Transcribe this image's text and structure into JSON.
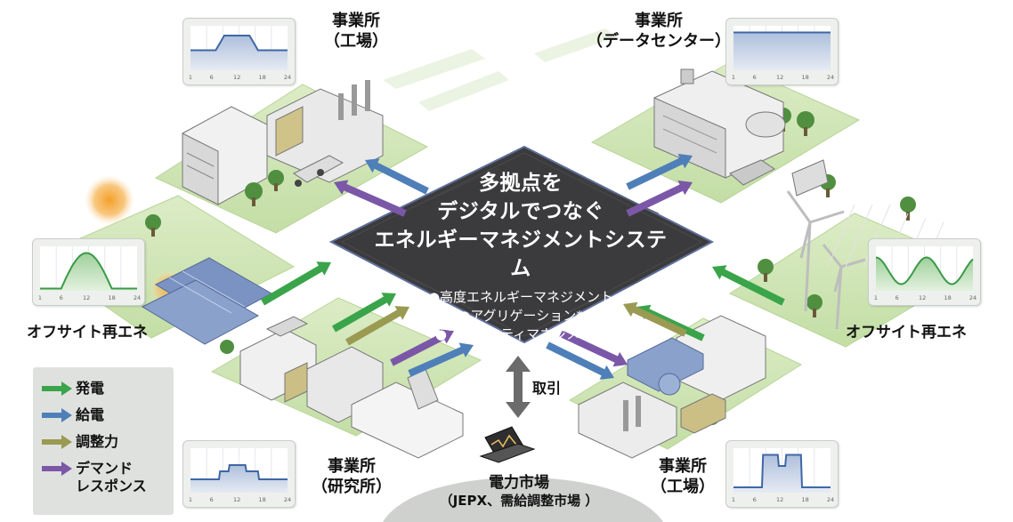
{
  "center": {
    "title_lines": [
      "多拠点を",
      "デジタルでつなぐ",
      "エネルギーマネジメントシステム"
    ],
    "bullets": [
      "●高度エネルギーマネジメント",
      "●アグリゲーション*",
      "●ファシリティマネジメント"
    ]
  },
  "sites": {
    "factory_top": {
      "line1": "事業所",
      "line2": "（工場）"
    },
    "datacenter": {
      "line1": "事業所",
      "line2": "（データセンター）"
    },
    "lab": {
      "line1": "事業所",
      "line2": "（研究所）"
    },
    "factory_bottom": {
      "line1": "事業所",
      "line2": "（工場）"
    },
    "offsite_left": "オフサイト再エネ",
    "offsite_right": "オフサイト再エネ"
  },
  "market": {
    "title": "電力市場",
    "subtitle": "（JEPX、需給調整市場 ）"
  },
  "trade_label": "取引",
  "legend": [
    {
      "lines": [
        "発電"
      ],
      "color": "#3aa44a"
    },
    {
      "lines": [
        "給電"
      ],
      "color": "#4f7fb8"
    },
    {
      "lines": [
        "調整力"
      ],
      "color": "#9a9a52"
    },
    {
      "lines": [
        "デマンド",
        "レスポンス"
      ],
      "color": "#7b57a8"
    }
  ],
  "chart_ticks": [
    "1",
    "6",
    "12",
    "18",
    "24"
  ],
  "colors": {
    "center": "#3b3b3d",
    "tile": "#cfe5b3",
    "card_line_blue": "#3f67a6",
    "card_line_green": "#3a9a48"
  }
}
